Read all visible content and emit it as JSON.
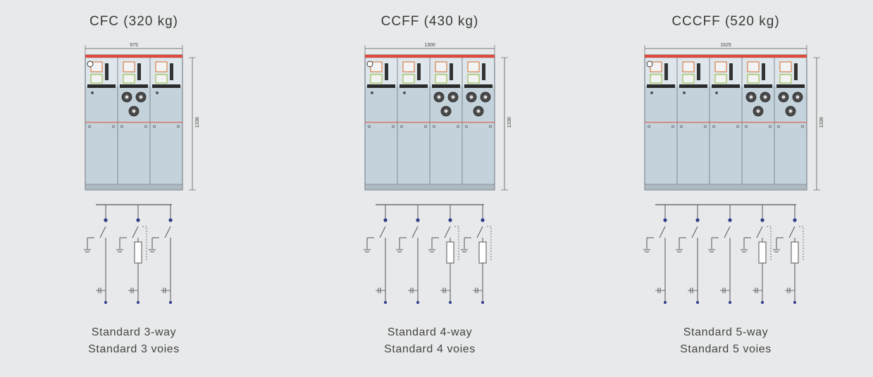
{
  "panels": [
    {
      "title": "CFC (320 kg)",
      "width_label": "975",
      "height_label": "1336",
      "caption_en": "Standard 3-way",
      "caption_fr": "Standard 3 voies",
      "units": [
        "C",
        "F",
        "C"
      ]
    },
    {
      "title": "CCFF (430 kg)",
      "width_label": "1300",
      "height_label": "1336",
      "caption_en": "Standard 4-way",
      "caption_fr": "Standard 4 voies",
      "units": [
        "C",
        "C",
        "F",
        "F"
      ]
    },
    {
      "title": "CCCFF (520 kg)",
      "width_label": "1625",
      "height_label": "1336",
      "caption_en": "Standard 5-way",
      "caption_fr": "Standard 5 voies",
      "units": [
        "C",
        "C",
        "C",
        "F",
        "F"
      ]
    }
  ],
  "colors": {
    "background": "#e8e9ea",
    "cabinet_body": "#c4d2dc",
    "top_bar": "#e04a3a",
    "busbar_node": "#2f3a8a"
  }
}
